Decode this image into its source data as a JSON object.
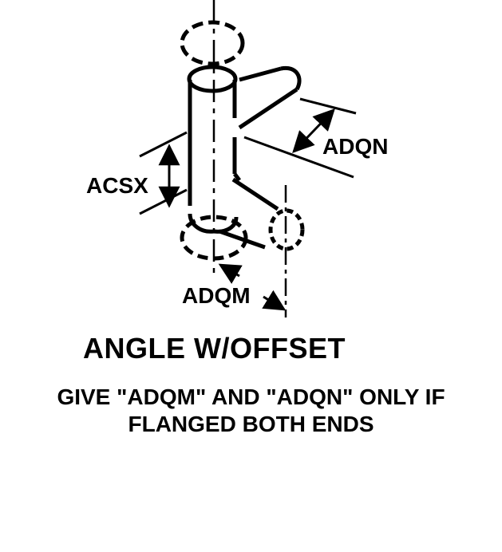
{
  "diagram": {
    "labels": {
      "acsx": "ACSX",
      "adqn": "ADQN",
      "adqm": "ADQM"
    }
  },
  "caption": {
    "title": "ANGLE W/OFFSET",
    "note_line1": "GIVE \"ADQM\" AND \"ADQN\" ONLY IF",
    "note_line2": "FLANGED BOTH ENDS"
  },
  "colors": {
    "ink": "#000000",
    "background": "#ffffff"
  }
}
